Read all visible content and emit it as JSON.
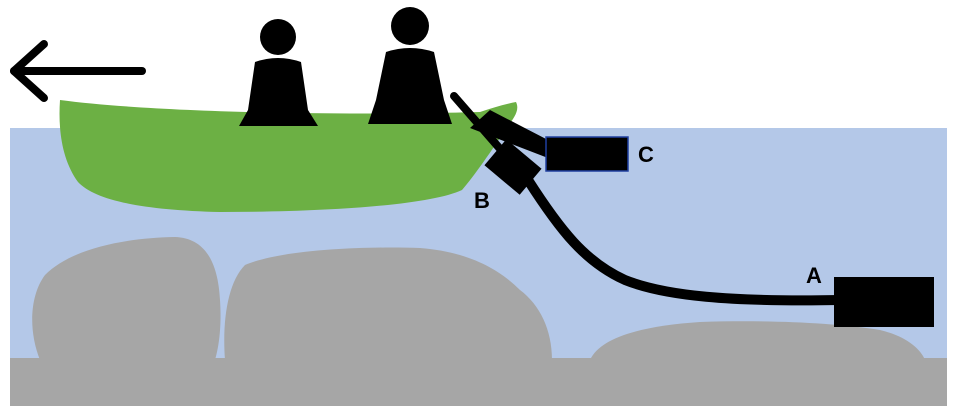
{
  "colors": {
    "water": "#b4c8e8",
    "boat": "#6cb044",
    "rock": "#a6a6a6",
    "seabed": "#a6a6a6",
    "equipment": "#000000",
    "people": "#000000",
    "arrow": "#000000",
    "background": "#ffffff"
  },
  "icons": {
    "direction": "arrow-left-icon",
    "person": "person-icon"
  },
  "labels": {
    "a": "A",
    "b": "B",
    "c": "C"
  }
}
